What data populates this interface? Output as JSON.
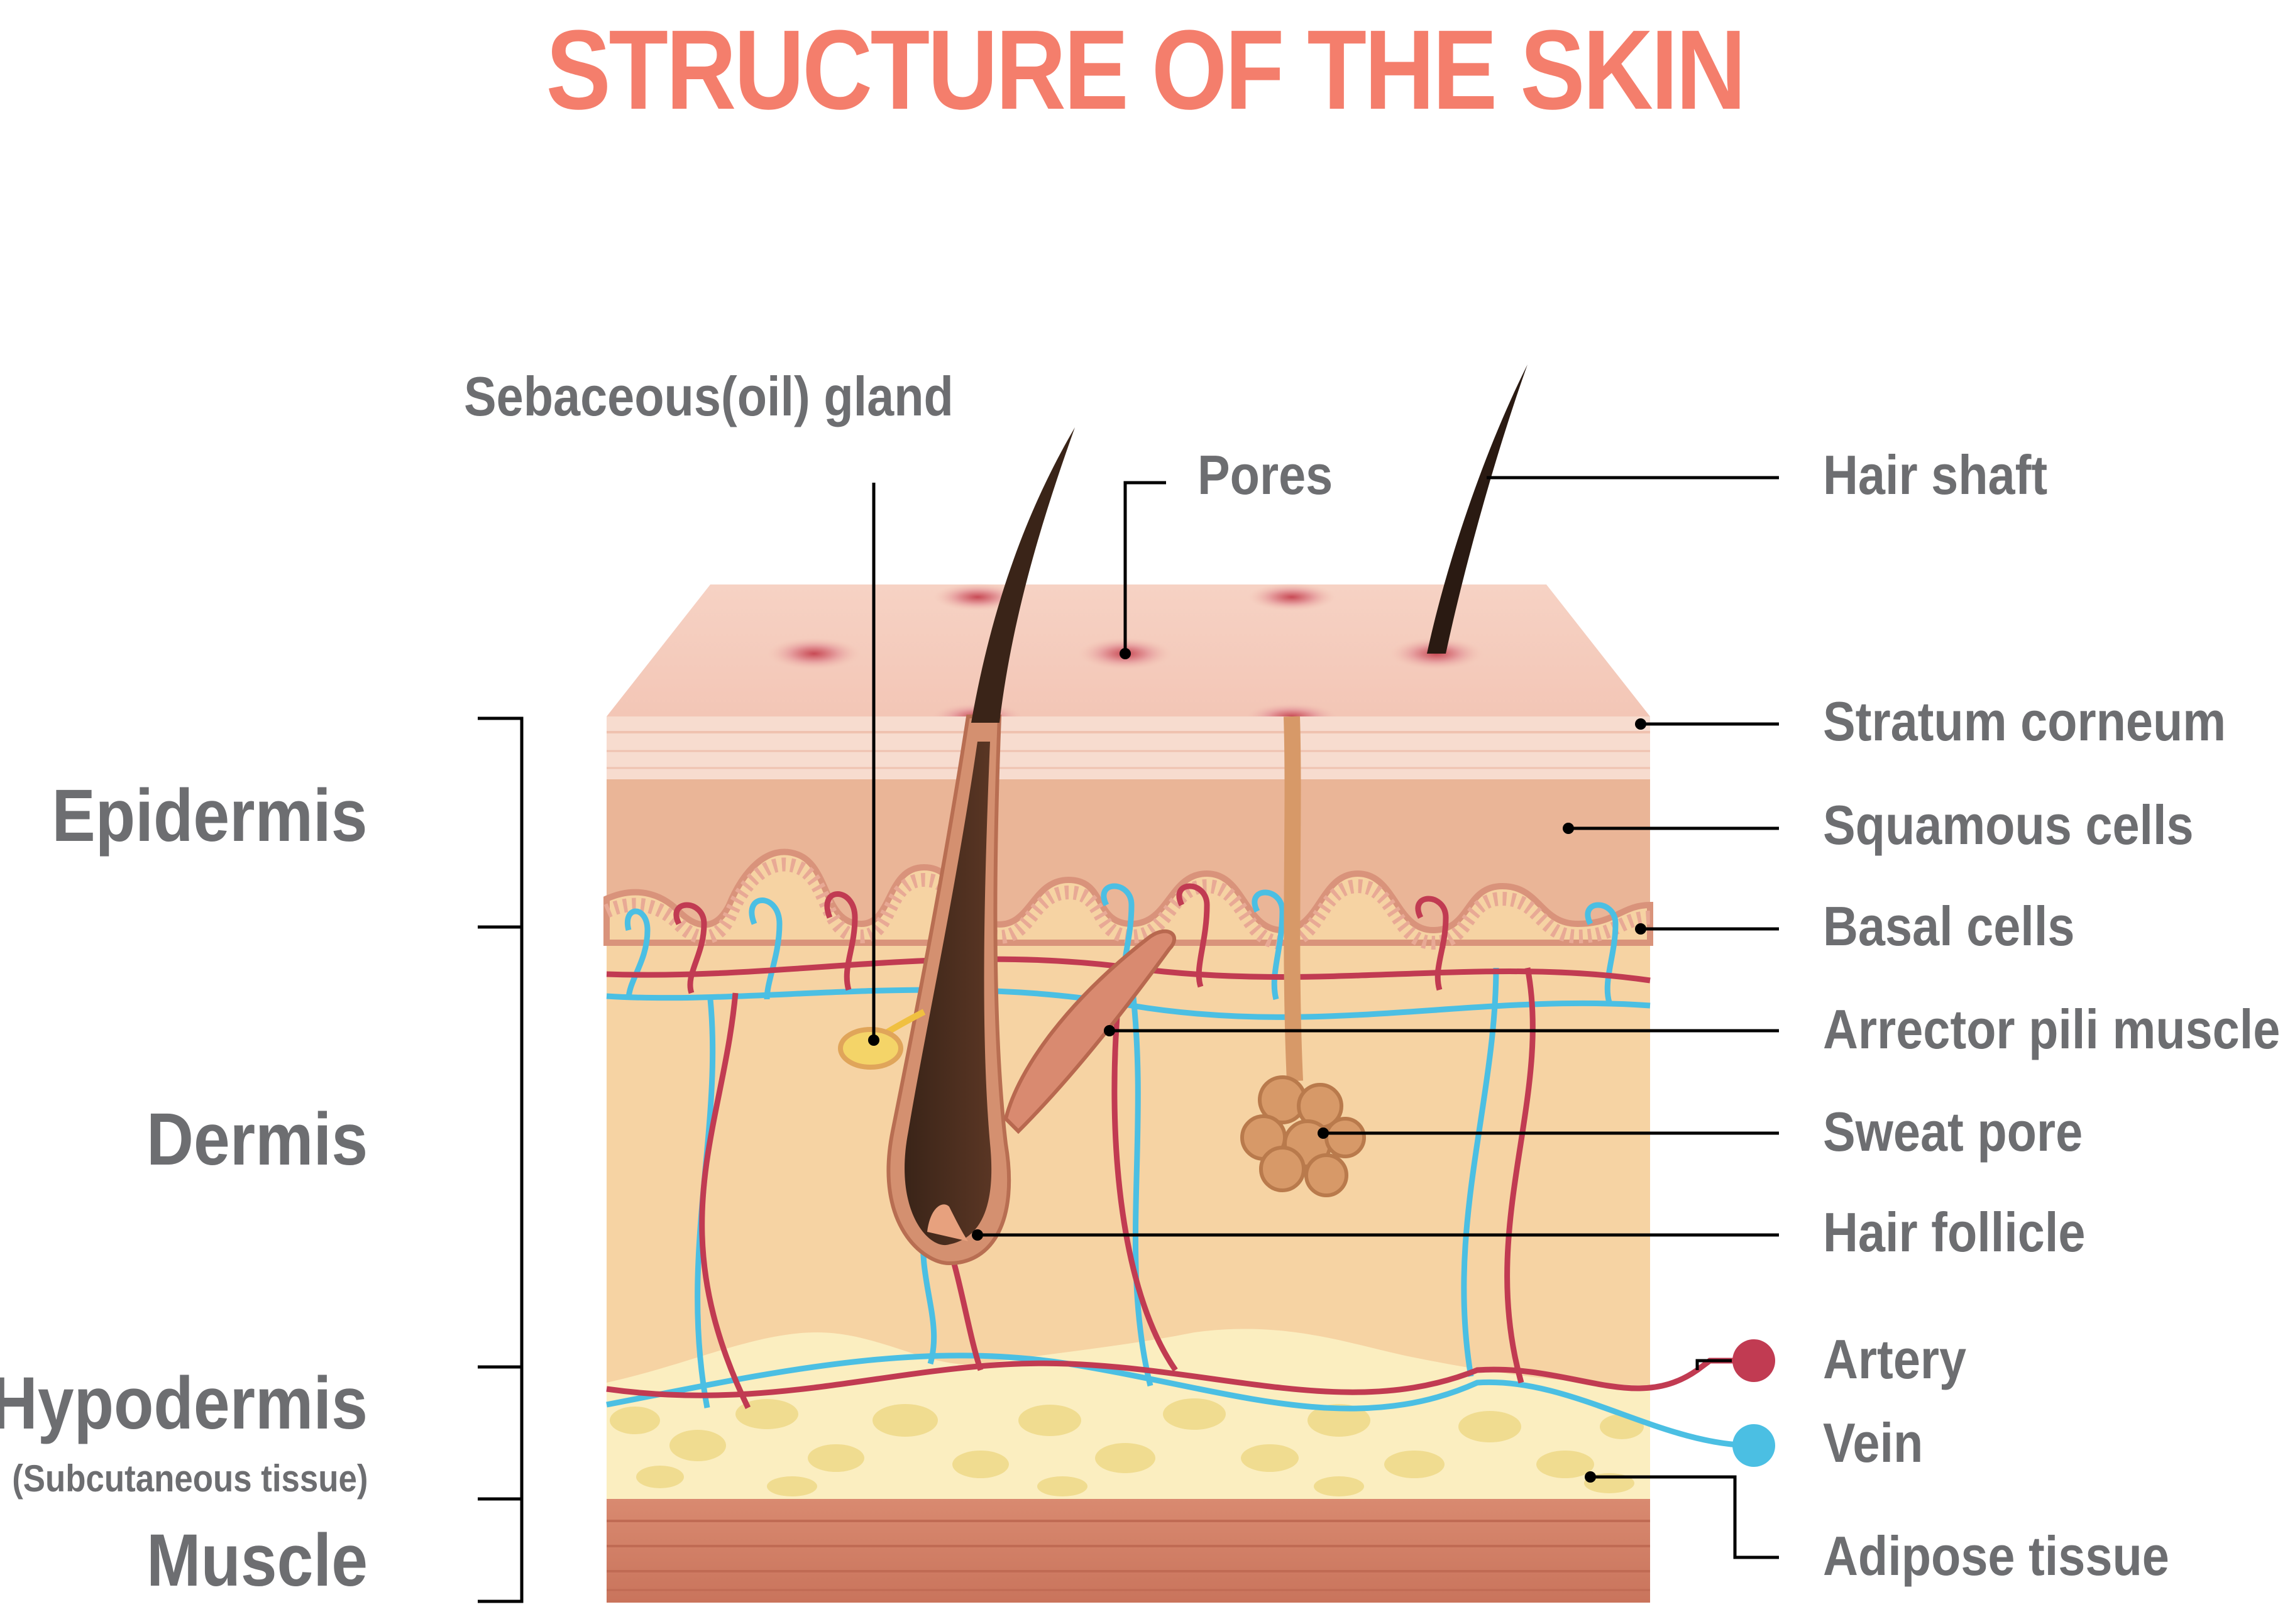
{
  "title": "STRUCTURE OF THE SKIN",
  "colors": {
    "title": "#f47e6c",
    "label": "#6d6e71",
    "artery": "#c13b52",
    "vein": "#4bbfe3",
    "stratum": "#f7d9cc",
    "epidermis": "#eab597",
    "dermis": "#f6d3a3",
    "adipose": "#f3e5a5",
    "muscle": "#d9826b"
  },
  "labels": {
    "sebaceous_gland": "Sebaceous(oil) gland",
    "pores": "Pores",
    "hair_shaft": "Hair shaft",
    "stratum_corneum": "Stratum corneum",
    "squamous_cells": "Squamous cells",
    "basal_cells": "Basal cells",
    "arrector_pili": "Arrector pili muscle",
    "sweat_pore": "Sweat pore",
    "hair_follicle": "Hair follicle",
    "artery": "Artery",
    "vein": "Vein",
    "adipose_tissue": "Adipose tissue"
  },
  "layers": {
    "epidermis": "Epidermis",
    "dermis": "Dermis",
    "hypodermis": "Hypodermis",
    "hypodermis_sub": "(Subcutaneous tissue)",
    "muscle": "Muscle"
  }
}
